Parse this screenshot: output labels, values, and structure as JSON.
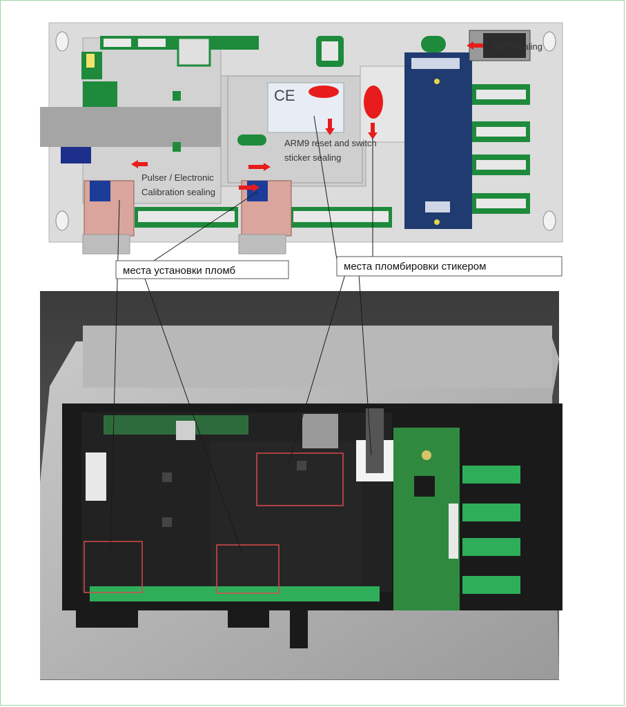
{
  "schematic": {
    "ce_mark": "CE",
    "label_emt": "EMT sealing",
    "label_arm9_line1": "ARM9 reset and switch",
    "label_arm9_line2": "sticker sealing",
    "label_pulser_line1": "Pulser / Electronic",
    "label_pulser_line2": "Calibration sealing"
  },
  "callouts": {
    "seal_points": "места установки пломб",
    "sticker_points": "места пломбировки стикером"
  },
  "colors": {
    "frame_green": "#9fd49f",
    "seal_red": "#e81c1c",
    "board_navy": "#1f3b70",
    "pcb_green": "#1e8a3c",
    "highlight_red": "#d84a4a"
  }
}
